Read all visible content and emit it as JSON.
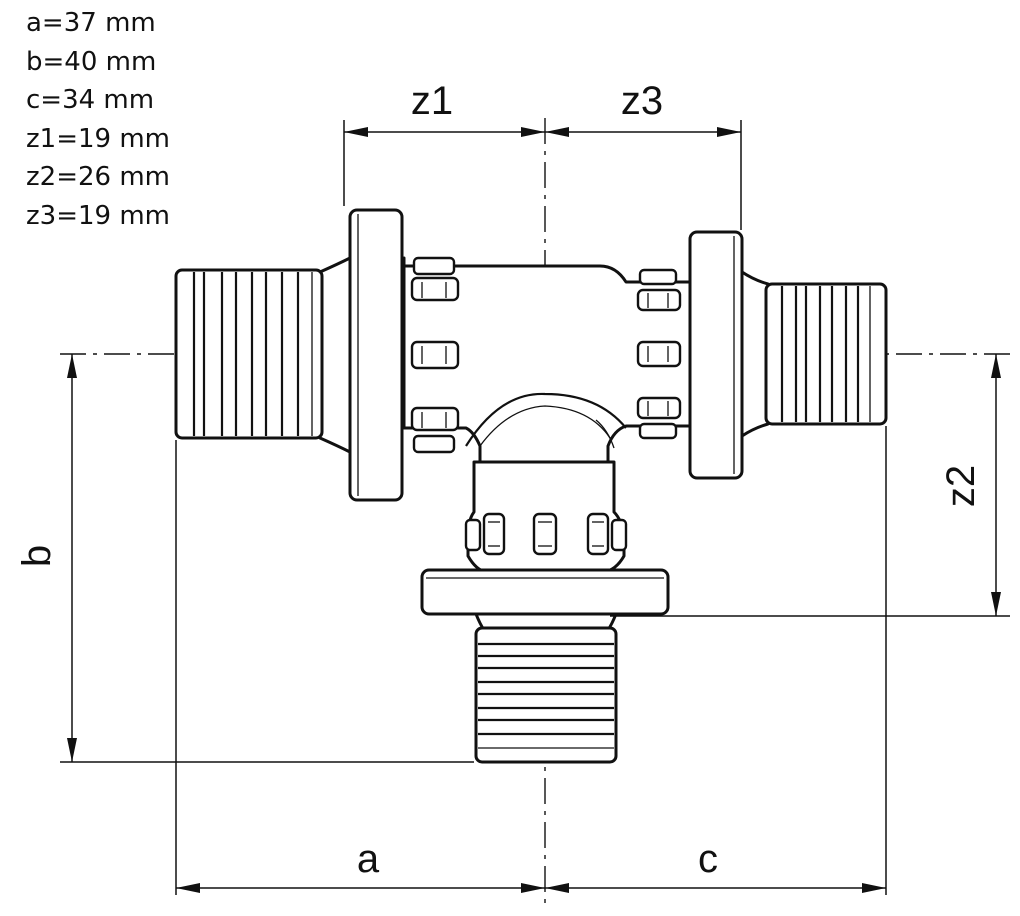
{
  "specs": [
    "a=37 mm",
    "b=40 mm",
    "c=34 mm",
    "z1=19 mm",
    "z2=26 mm",
    "z3=19 mm"
  ],
  "dimensions": {
    "z1": "z1",
    "z3": "z3",
    "z2": "z2",
    "a": "a",
    "b": "b",
    "c": "c"
  },
  "colors": {
    "line": "#111111",
    "background": "#ffffff"
  }
}
